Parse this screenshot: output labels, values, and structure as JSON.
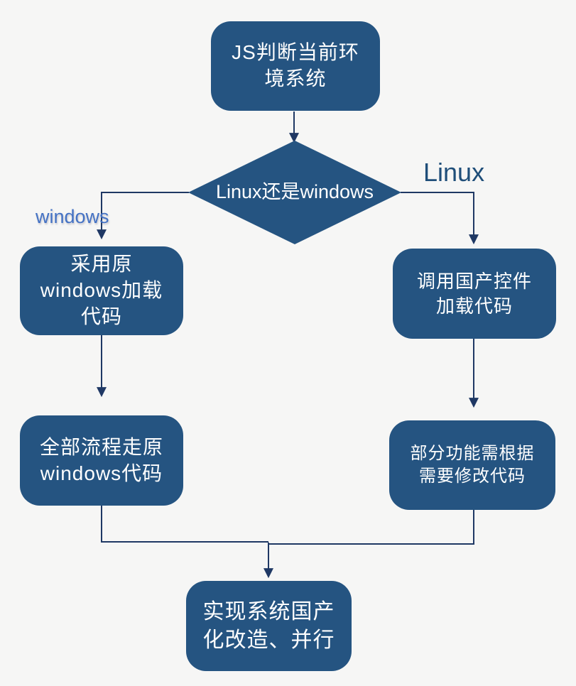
{
  "diagram": {
    "type": "flowchart",
    "background": "#f6f6f5",
    "colors": {
      "node_fill": "#255481",
      "node_text": "#ffffff",
      "connector": "#1f3864",
      "windows_label_color": "#4472c4",
      "linux_label_color": "#1f4e79"
    },
    "nodes": {
      "start": {
        "shape": "rounded-rectangle",
        "label": "JS判断当前环\n境系统"
      },
      "decision": {
        "shape": "diamond",
        "label": "Linux还是windows"
      },
      "windows_action": {
        "shape": "rounded-rectangle",
        "label": "采用原\nwindows加载\n代码"
      },
      "linux_action": {
        "shape": "rounded-rectangle",
        "label": "调用国产控件\n加载代码"
      },
      "windows_result": {
        "shape": "rounded-rectangle",
        "label": "全部流程走原\nwindows代码"
      },
      "linux_result": {
        "shape": "rounded-rectangle",
        "label": "部分功能需根据\n需要修改代码"
      },
      "end": {
        "shape": "rounded-rectangle",
        "label": "实现系统国产\n化改造、并行"
      }
    },
    "edges": {
      "windows_branch_label": "windows",
      "linux_branch_label": "Linux",
      "flow": [
        "start -> decision",
        "decision -(windows)-> windows_action",
        "decision -(Linux)-> linux_action",
        "windows_action -> windows_result",
        "linux_action -> linux_result",
        "windows_result -> end",
        "linux_result -> end"
      ]
    }
  }
}
